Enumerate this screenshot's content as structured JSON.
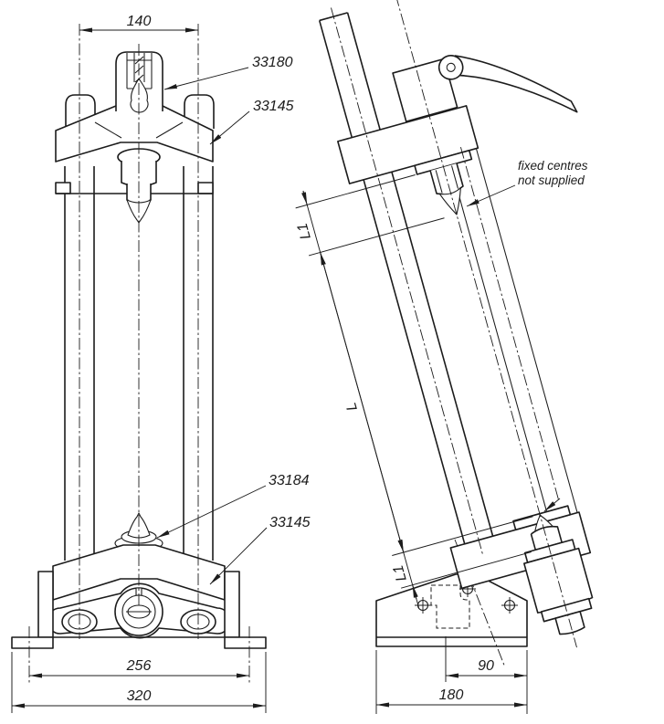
{
  "drawing": {
    "type": "technical-engineering-drawing",
    "views": [
      "front-view",
      "tilted-side-view"
    ],
    "line_color": "#1c1c1c",
    "background_color": "#ffffff",
    "labels": {
      "top_screw": "33180",
      "top_arm": "33145",
      "bottom_centre": "33184",
      "bottom_arm": "33145"
    },
    "note": {
      "line1": "fixed centres",
      "line2": "not supplied"
    },
    "dims": {
      "front_top_width": "140",
      "front_hole_spacing": "256",
      "front_overall_width": "320",
      "side_centre_offset": "90",
      "side_base_width": "180",
      "length": "L",
      "travel_top": "L1",
      "travel_bottom": "L1"
    }
  }
}
